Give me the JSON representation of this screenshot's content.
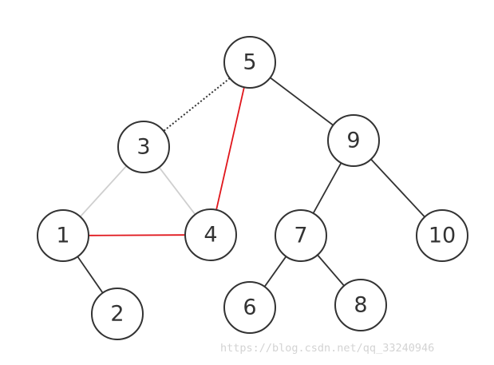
{
  "diagram": {
    "nodes": [
      {
        "id": "n5",
        "label": "5"
      },
      {
        "id": "n3",
        "label": "3"
      },
      {
        "id": "n9",
        "label": "9"
      },
      {
        "id": "n1",
        "label": "1"
      },
      {
        "id": "n4",
        "label": "4"
      },
      {
        "id": "n7",
        "label": "7"
      },
      {
        "id": "n10",
        "label": "10"
      },
      {
        "id": "n2",
        "label": "2"
      },
      {
        "id": "n6",
        "label": "6"
      },
      {
        "id": "n8",
        "label": "8"
      }
    ],
    "edges": [
      {
        "from": "5",
        "to": "3",
        "style": "dotted",
        "color": "#333333"
      },
      {
        "from": "5",
        "to": "4",
        "style": "solid",
        "color": "#e0161c"
      },
      {
        "from": "5",
        "to": "9",
        "style": "solid",
        "color": "#333333"
      },
      {
        "from": "3",
        "to": "1",
        "style": "solid",
        "color": "#cfcfcf"
      },
      {
        "from": "3",
        "to": "4",
        "style": "solid",
        "color": "#cfcfcf"
      },
      {
        "from": "1",
        "to": "4",
        "style": "solid",
        "color": "#e0161c"
      },
      {
        "from": "1",
        "to": "2",
        "style": "solid",
        "color": "#333333"
      },
      {
        "from": "9",
        "to": "7",
        "style": "solid",
        "color": "#333333"
      },
      {
        "from": "9",
        "to": "10",
        "style": "solid",
        "color": "#333333"
      },
      {
        "from": "7",
        "to": "6",
        "style": "solid",
        "color": "#333333"
      },
      {
        "from": "7",
        "to": "8",
        "style": "solid",
        "color": "#333333"
      }
    ],
    "node_stroke_color": "#333333",
    "node_fill_color": "#ffffff",
    "label_color": "#333333"
  },
  "watermark": "https://blog.csdn.net/qq_33240946"
}
